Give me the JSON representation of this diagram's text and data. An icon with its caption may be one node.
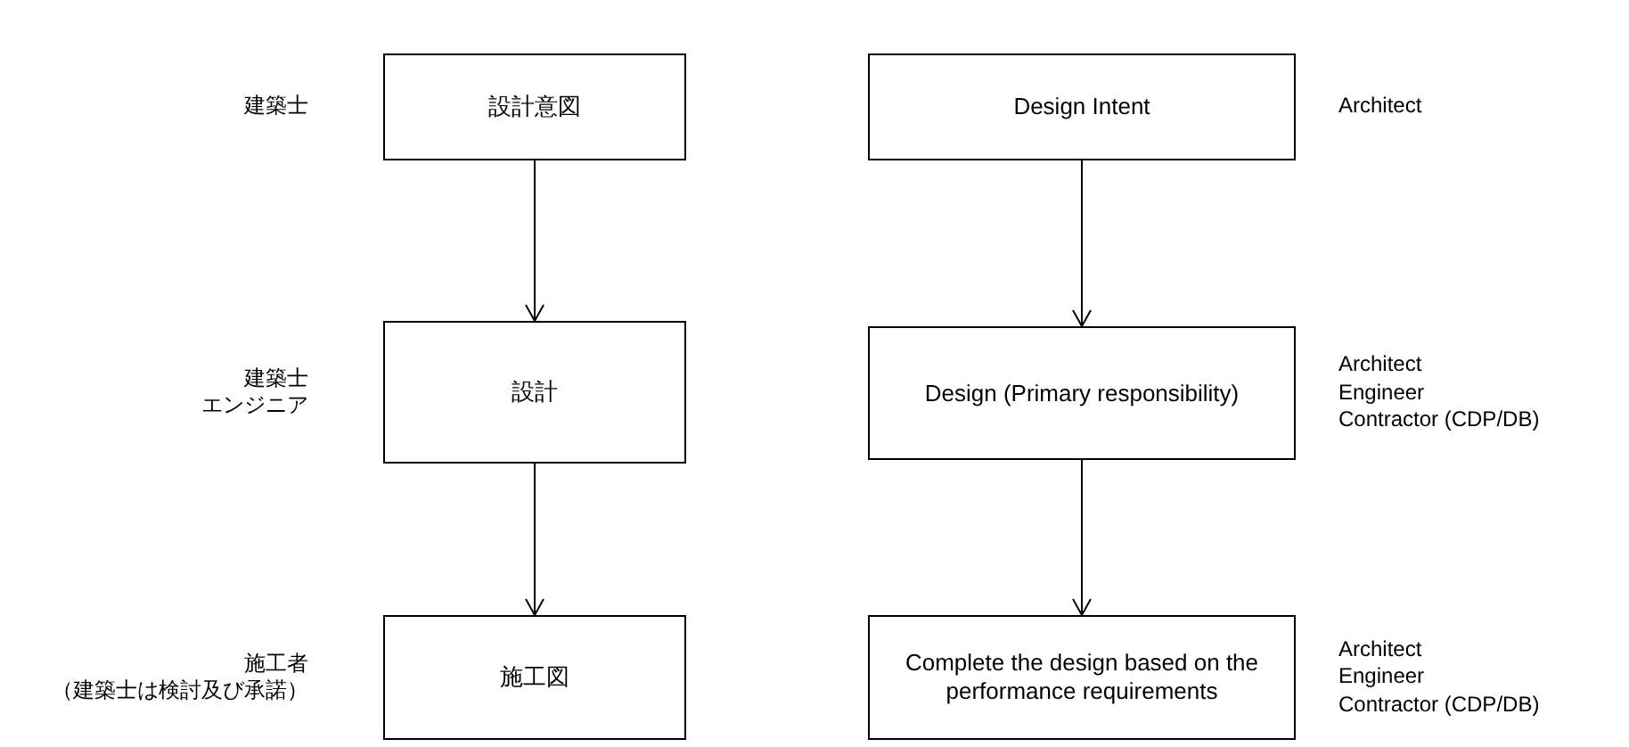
{
  "diagram": {
    "nodes": [
      {
        "text": [
          "設計意図"
        ],
        "beside": [
          "建築士"
        ]
      },
      {
        "text": [
          "Design Intent"
        ],
        "beside": [
          "Architect"
        ]
      },
      {
        "text": [
          "設計"
        ],
        "beside": [
          "建築士",
          "エンジニア"
        ]
      },
      {
        "text": [
          "Design (Primary responsibility)"
        ],
        "beside": [
          "Architect",
          "Engineer",
          "Contractor (CDP/DB)"
        ]
      },
      {
        "text": [
          "施工図"
        ],
        "beside": [
          "施工者",
          "（建築士は検討及び承諾）"
        ]
      },
      {
        "text": [
          "Complete the design based on the performance requirements"
        ],
        "beside": [
          "Architect",
          "Engineer",
          "Contractor (CDP/DB)"
        ]
      }
    ],
    "edges": [
      {
        "from": 0,
        "to": 2,
        "arrow": "to"
      },
      {
        "from": 2,
        "to": 4,
        "arrow": "to"
      },
      {
        "from": 1,
        "to": 3,
        "arrow": "to"
      },
      {
        "from": 3,
        "to": 5,
        "arrow": "to"
      }
    ]
  }
}
